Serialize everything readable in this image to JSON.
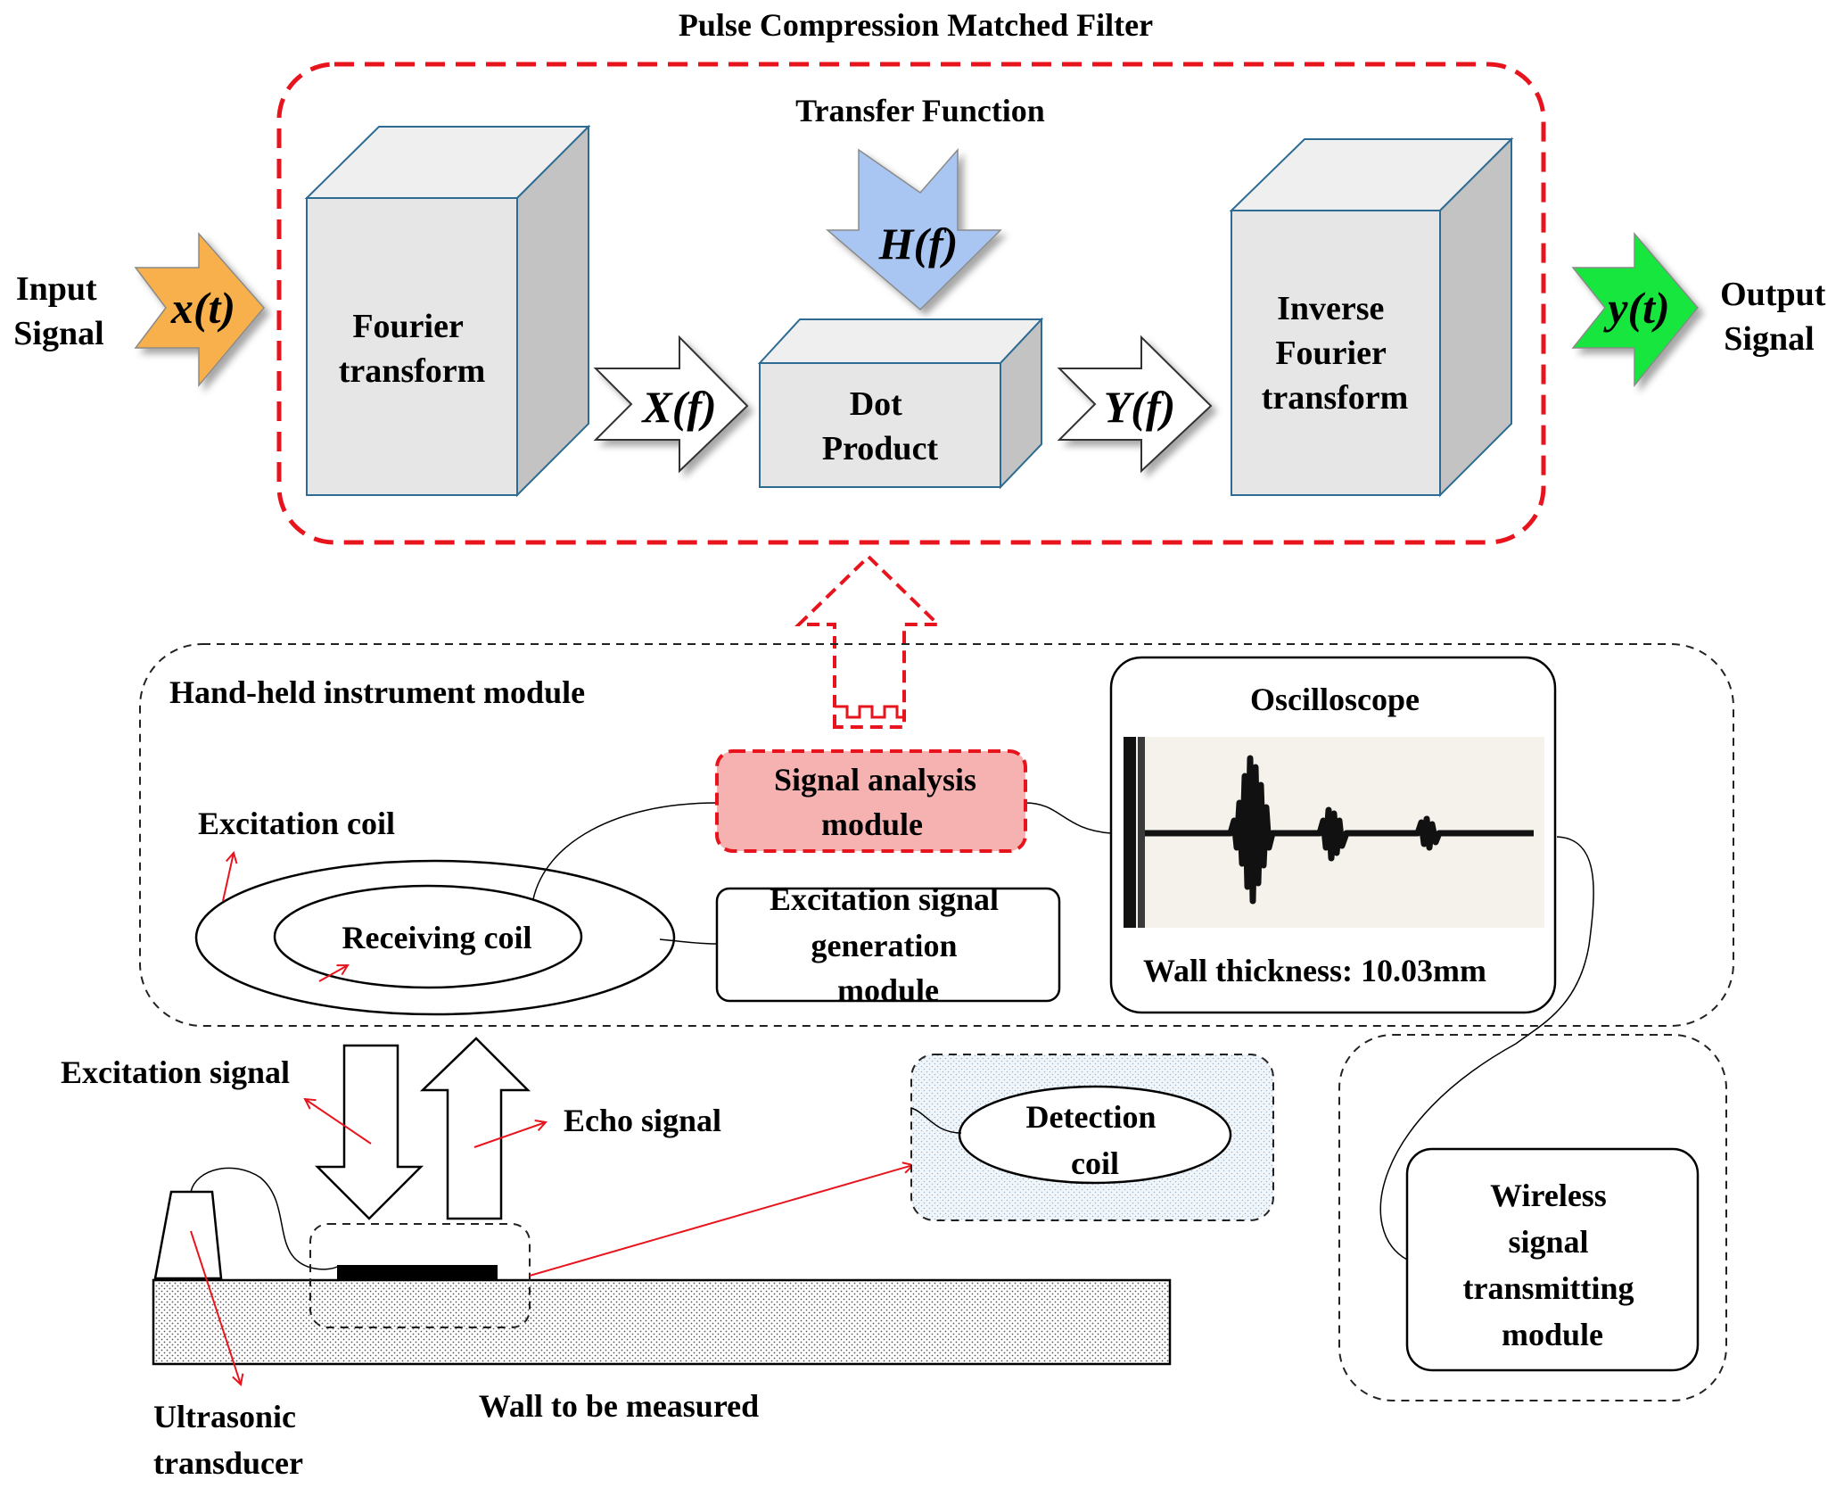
{
  "filter": {
    "title": "Pulse Compression Matched Filter",
    "transfer_function_label": "Transfer Function",
    "input_label_line1": "Input",
    "input_label_line2": "Signal",
    "output_label_line1": "Output",
    "output_label_line2": "Signal",
    "x_t": "x(t)",
    "y_t": "y(t)",
    "X_f": "X(f)",
    "Y_f": "Y(f)",
    "H_f": "H(f)",
    "fourier_line1": "Fourier",
    "fourier_line2": "transform",
    "dot_line1": "Dot",
    "dot_line2": "Product",
    "inverse_line1": "Inverse",
    "inverse_line2": "Fourier",
    "inverse_line3": "transform"
  },
  "instrument": {
    "module_title": "Hand-held instrument module",
    "excitation_coil": "Excitation coil",
    "receiving_coil": "Receiving coil",
    "signal_analysis_line1": "Signal analysis",
    "signal_analysis_line2": "module",
    "excitation_gen_line1": "Excitation signal",
    "excitation_gen_line2": "generation",
    "excitation_gen_line3": "module",
    "oscilloscope_title": "Oscilloscope",
    "wall_thickness": "Wall thickness: 10.03mm"
  },
  "measurement": {
    "excitation_signal": "Excitation signal",
    "echo_signal": "Echo signal",
    "detection_line1": "Detection",
    "detection_line2": "coil",
    "wall_label": "Wall to be measured",
    "transducer_line1": "Ultrasonic",
    "transducer_line2": "transducer",
    "wireless_line1": "Wireless",
    "wireless_line2": "signal",
    "wireless_line3": "transmitting",
    "wireless_line4": "module"
  },
  "colors": {
    "filter_border": "#e8141d",
    "input_arrow": "#f7b04b",
    "output_arrow": "#19e63d",
    "transfer_arrow": "#a9c6f2",
    "box_front": "#e6e6e6",
    "box_side": "#c3c3c3",
    "box_stroke": "#2e6b93",
    "signal_analysis_fill": "#f6b1b1",
    "callout_red": "#e8141d"
  },
  "icons": {
    "input_arrow": "chevron-arrow-right",
    "output_arrow": "chevron-arrow-right",
    "transfer_arrow": "chevron-arrow-down",
    "up_arrow": "dashed-arrow-up",
    "excitation_arrow": "arrow-down",
    "echo_arrow": "arrow-up"
  }
}
